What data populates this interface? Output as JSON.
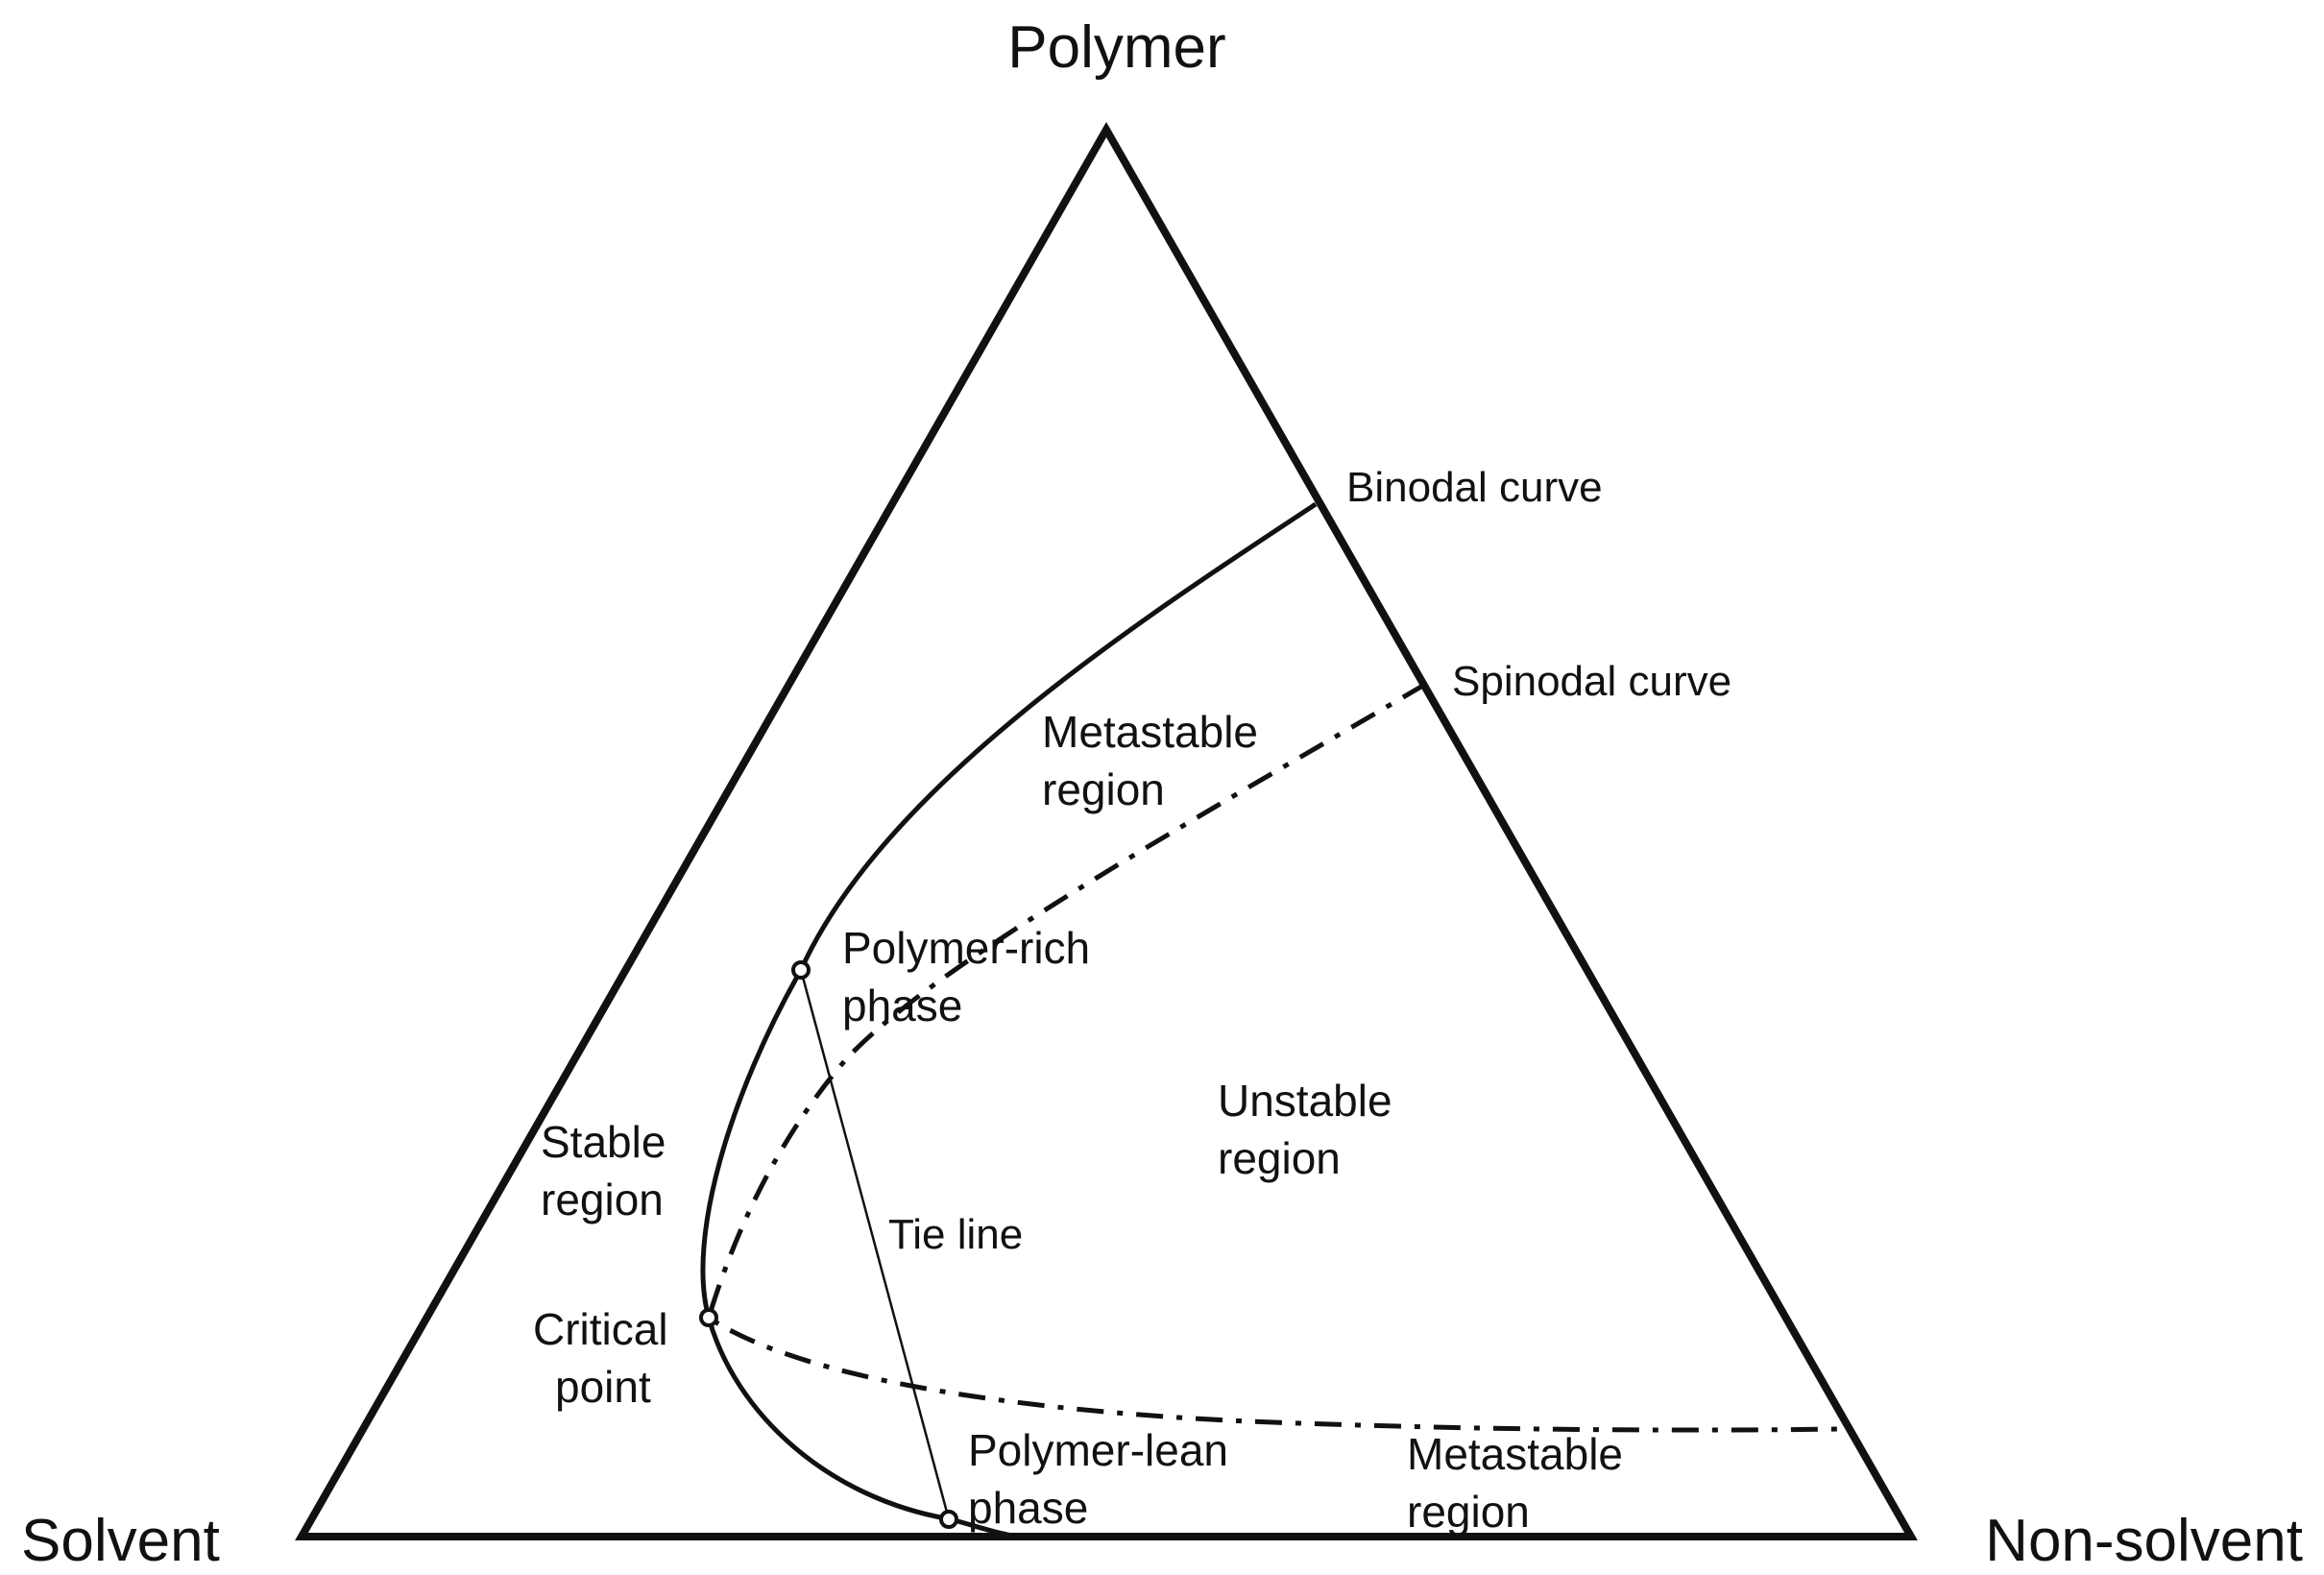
{
  "vertices": {
    "top": "Polymer",
    "bottom_left": "Solvent",
    "bottom_right": "Non-solvent"
  },
  "curves": {
    "binodal": "Binodal curve",
    "spinodal": "Spinodal curve",
    "tie_line": "Tie line"
  },
  "regions": {
    "metastable_upper": [
      "Metastable",
      "region"
    ],
    "unstable": [
      "Unstable",
      "region"
    ],
    "stable": [
      "Stable",
      "region"
    ],
    "metastable_lower": [
      "Metastable",
      "region"
    ]
  },
  "points": {
    "polymer_rich": [
      "Polymer-rich",
      "phase"
    ],
    "critical": [
      "Critical",
      "point"
    ],
    "polymer_lean": [
      "Polymer-lean",
      "phase"
    ]
  },
  "colors": {
    "line": "#111111",
    "background": "#ffffff"
  }
}
